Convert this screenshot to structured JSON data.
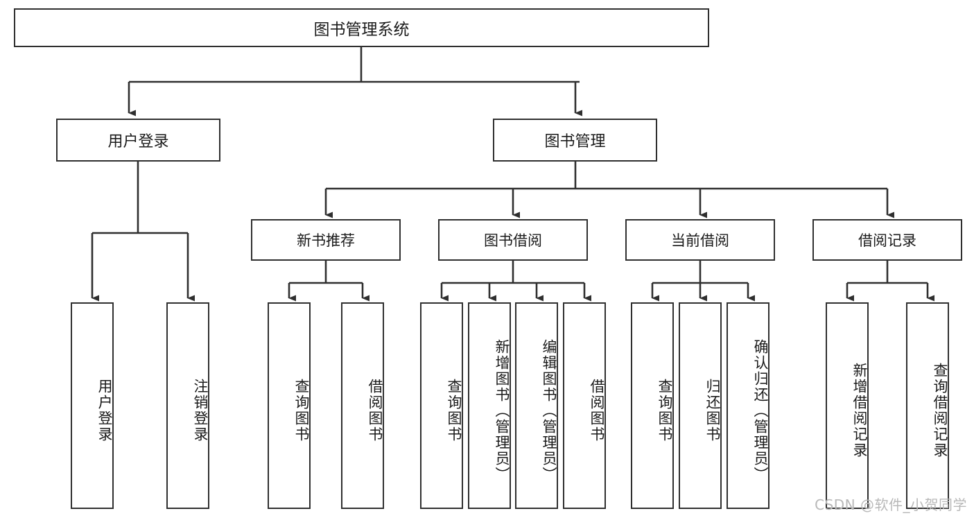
{
  "diagram": {
    "type": "tree-hierarchy",
    "title": "图书管理系统",
    "orientation": "top-down",
    "colors": {
      "box_border": "#2f2f2f",
      "box_fill": "#ffffff",
      "connector": "#2f2f2f",
      "text": "#1a1a1a",
      "watermark": "#b8b8b8",
      "background": "#ffffff"
    },
    "root": {
      "id": "root",
      "label": "图书管理系统"
    },
    "level2": [
      {
        "id": "user-login",
        "label": "用户登录"
      },
      {
        "id": "book-manage",
        "label": "图书管理"
      }
    ],
    "level3": [
      {
        "id": "new-book-rec",
        "label": "新书推荐",
        "parent": "book-manage"
      },
      {
        "id": "book-borrow",
        "label": "图书借阅",
        "parent": "book-manage"
      },
      {
        "id": "current-borrow",
        "label": "当前借阅",
        "parent": "book-manage"
      },
      {
        "id": "borrow-record",
        "label": "借阅记录",
        "parent": "book-manage"
      }
    ],
    "leaves": [
      {
        "id": "leaf-user-login",
        "label": "用户登录",
        "parent": "user-login"
      },
      {
        "id": "leaf-user-logout",
        "label": "注销登录",
        "parent": "user-login"
      },
      {
        "id": "leaf-query-book-1",
        "label": "查询图书",
        "parent": "new-book-rec"
      },
      {
        "id": "leaf-borrow-book-1",
        "label": "借阅图书",
        "parent": "new-book-rec"
      },
      {
        "id": "leaf-query-book-2",
        "label": "查询图书",
        "parent": "book-borrow"
      },
      {
        "id": "leaf-add-book",
        "label": "新增图书（管理员）",
        "parent": "book-borrow"
      },
      {
        "id": "leaf-edit-book",
        "label": "编辑图书（管理员）",
        "parent": "book-borrow"
      },
      {
        "id": "leaf-borrow-book-2",
        "label": "借阅图书",
        "parent": "book-borrow"
      },
      {
        "id": "leaf-query-book-3",
        "label": "查询图书",
        "parent": "current-borrow"
      },
      {
        "id": "leaf-return-book",
        "label": "归还图书",
        "parent": "current-borrow"
      },
      {
        "id": "leaf-confirm-return",
        "label": "确认归还（管理员）",
        "parent": "current-borrow"
      },
      {
        "id": "leaf-add-record",
        "label": "新增借阅记录",
        "parent": "borrow-record"
      },
      {
        "id": "leaf-query-record",
        "label": "查询借阅记录",
        "parent": "borrow-record"
      }
    ]
  },
  "watermark": {
    "text": "CSDN @软件_小贺同学"
  }
}
